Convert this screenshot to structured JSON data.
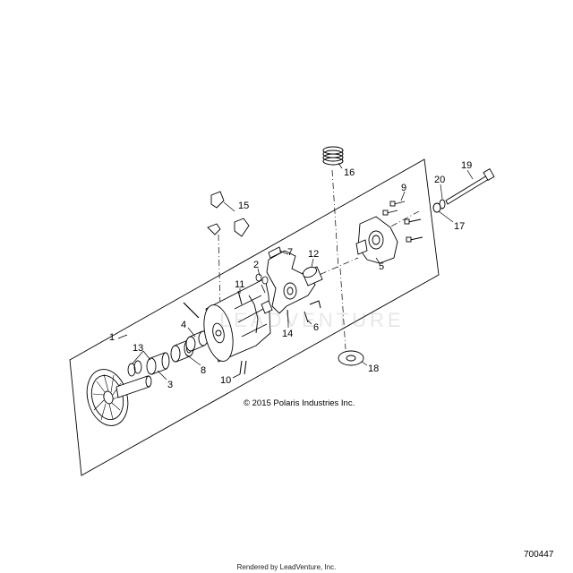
{
  "diagram": {
    "copyright": "© 2015 Polaris Industries Inc.",
    "part_number": "700447",
    "footer": "Rendered by LeadVenture, Inc.",
    "watermark": "LEADVENTURE",
    "callouts": [
      "1",
      "2",
      "3",
      "4",
      "5",
      "6",
      "7",
      "8",
      "9",
      "10",
      "11",
      "12",
      "13",
      "14",
      "15",
      "16",
      "17",
      "18",
      "19",
      "20"
    ]
  }
}
